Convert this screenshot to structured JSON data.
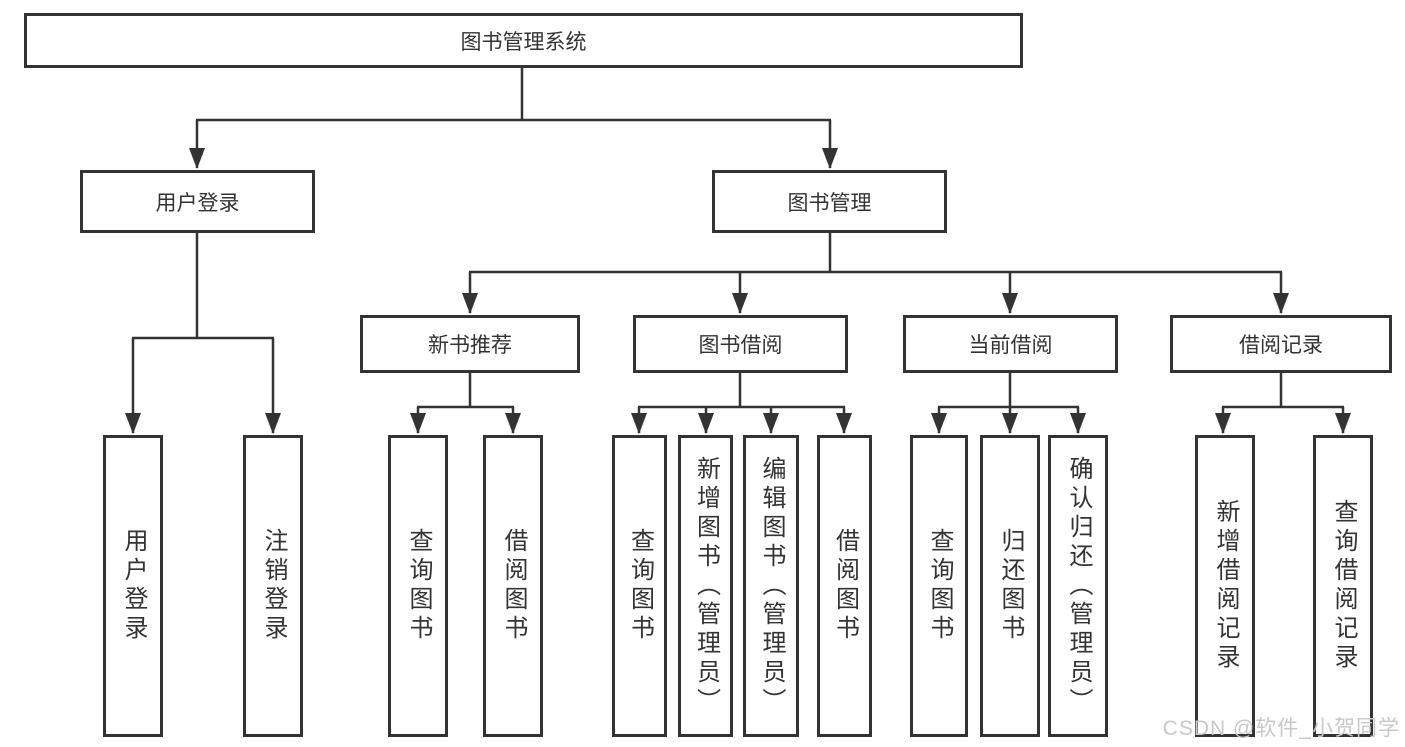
{
  "diagram": {
    "root": {
      "label": "图书管理系统"
    },
    "branches": [
      {
        "label": "用户登录",
        "children": [
          {
            "label": "用户登录"
          },
          {
            "label": "注销登录"
          }
        ]
      },
      {
        "label": "图书管理",
        "children": [
          {
            "label": "新书推荐",
            "children": [
              {
                "label": "查询图书"
              },
              {
                "label": "借阅图书"
              }
            ]
          },
          {
            "label": "图书借阅",
            "children": [
              {
                "label": "查询图书"
              },
              {
                "label": "新增图书（管理员）"
              },
              {
                "label": "编辑图书（管理员）"
              },
              {
                "label": "借阅图书"
              }
            ]
          },
          {
            "label": "当前借阅",
            "children": [
              {
                "label": "查询图书"
              },
              {
                "label": "归还图书"
              },
              {
                "label": "确认归还（管理员）"
              }
            ]
          },
          {
            "label": "借阅记录",
            "children": [
              {
                "label": "新增借阅记录"
              },
              {
                "label": "查询借阅记录"
              }
            ]
          }
        ]
      }
    ]
  },
  "watermark": {
    "text": "CSDN @软件_小贺同学"
  },
  "colors": {
    "line": "#333333",
    "box_border": "#333333",
    "background": "#ffffff",
    "text": "#333333",
    "watermark": "#c8c8c8"
  }
}
